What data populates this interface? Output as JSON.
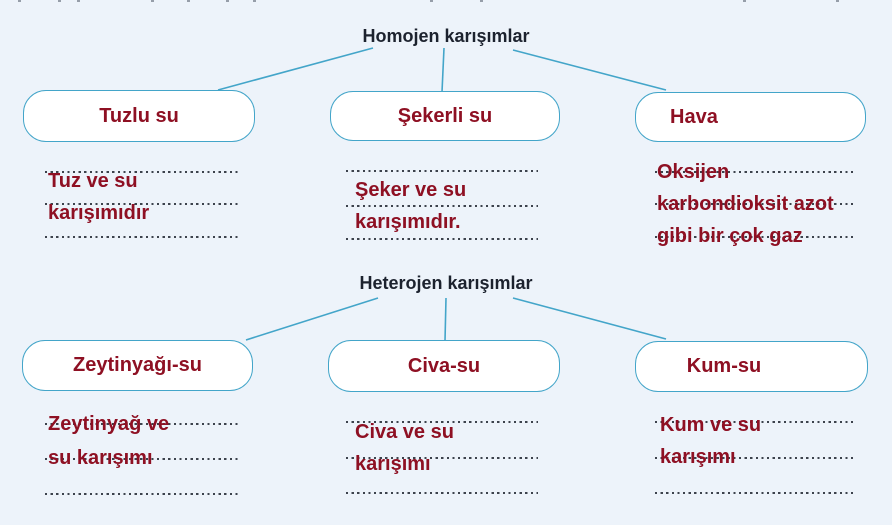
{
  "colors": {
    "background": "#edf3fa",
    "node_fill": "#ffffff",
    "node_border": "#43a5c9",
    "title_text": "#1c222e",
    "answer_text": "#8e1023",
    "dotted_line": "#3c424c"
  },
  "sections": [
    {
      "title": "Homojen karışımlar",
      "nodes": [
        {
          "label": "Tuzlu su",
          "answer_lines": [
            "Tuz ve su",
            "karışımıdır"
          ]
        },
        {
          "label": "Şekerli su",
          "answer_lines": [
            "Şeker ve su",
            "karışımıdır."
          ]
        },
        {
          "label": "Hava",
          "answer_lines": [
            "Oksijen",
            "karbondioksit azot",
            "gibi bir çok gaz"
          ]
        }
      ]
    },
    {
      "title": "Heterojen karışımlar",
      "nodes": [
        {
          "label": "Zeytinyağı-su",
          "answer_lines": [
            "Zeytinyağ ve",
            "su karışımı"
          ]
        },
        {
          "label": "Civa-su",
          "answer_lines": [
            "Civa ve su",
            "karışımı"
          ]
        },
        {
          "label": "Kum-su",
          "answer_lines": [
            "Kum ve su",
            "karışımı"
          ]
        }
      ]
    }
  ]
}
